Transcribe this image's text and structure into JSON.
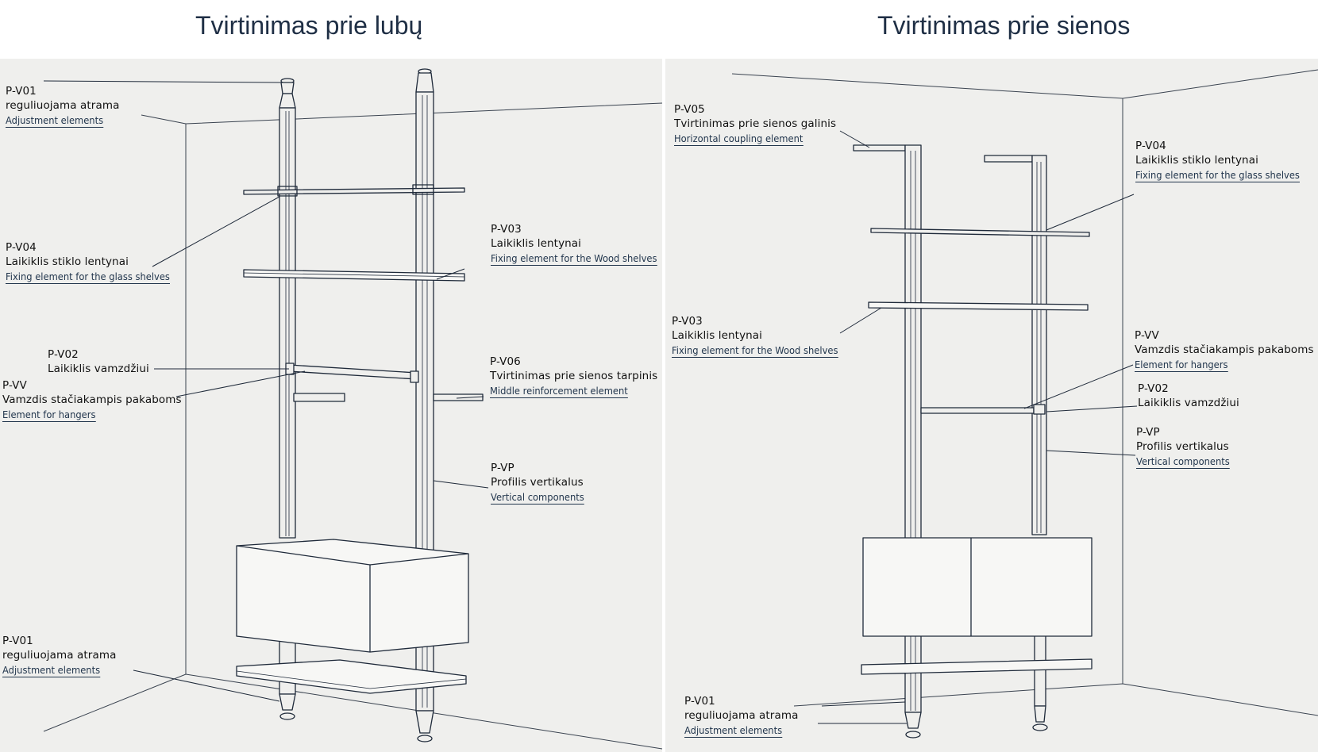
{
  "titles": {
    "ceiling": "Tvirtinimas prie lubų",
    "wall": "Tvirtinimas prie sienos"
  },
  "colors": {
    "panel_background": "#efefed",
    "line": "#1f2a3a",
    "title": "#1f2f45"
  },
  "ceiling_labels": [
    {
      "code": "P-V01",
      "lt": "reguliuojama atrama",
      "en": "Adjustment elements"
    },
    {
      "code": "P-V04",
      "lt": "Laikiklis stiklo lentynai",
      "en": "Fixing element for the glass shelves"
    },
    {
      "code": "P-V02",
      "lt": "Laikiklis vamzdžiui",
      "en": ""
    },
    {
      "code": "P-VV",
      "lt": "Vamzdis stačiakampis pakaboms",
      "en": "Element for hangers"
    },
    {
      "code": "P-V01",
      "lt": "reguliuojama atrama",
      "en": "Adjustment elements"
    },
    {
      "code": "P-V03",
      "lt": "Laikiklis lentynai",
      "en": "Fixing element for the Wood shelves"
    },
    {
      "code": "P-V06",
      "lt": "Tvirtinimas prie sienos tarpinis",
      "en": "Middle reinforcement element"
    },
    {
      "code": "P-VP",
      "lt": "Profilis vertikalus",
      "en": "Vertical components"
    }
  ],
  "wall_labels": [
    {
      "code": "P-V05",
      "lt": "Tvirtinimas prie sienos galinis",
      "en": "Horizontal coupling element"
    },
    {
      "code": "P-V03",
      "lt": "Laikiklis lentynai",
      "en": "Fixing element for the Wood shelves"
    },
    {
      "code": "P-V01",
      "lt": "reguliuojama atrama",
      "en": "Adjustment elements"
    },
    {
      "code": "P-V04",
      "lt": "Laikiklis stiklo lentynai",
      "en": "Fixing element for the glass shelves"
    },
    {
      "code": "P-VV",
      "lt": "Vamzdis stačiakampis pakaboms",
      "en": "Element for hangers"
    },
    {
      "code": "P-V02",
      "lt": "Laikiklis vamzdžiui",
      "en": ""
    },
    {
      "code": "P-VP",
      "lt": "Profilis vertikalus",
      "en": "Vertical components"
    }
  ]
}
